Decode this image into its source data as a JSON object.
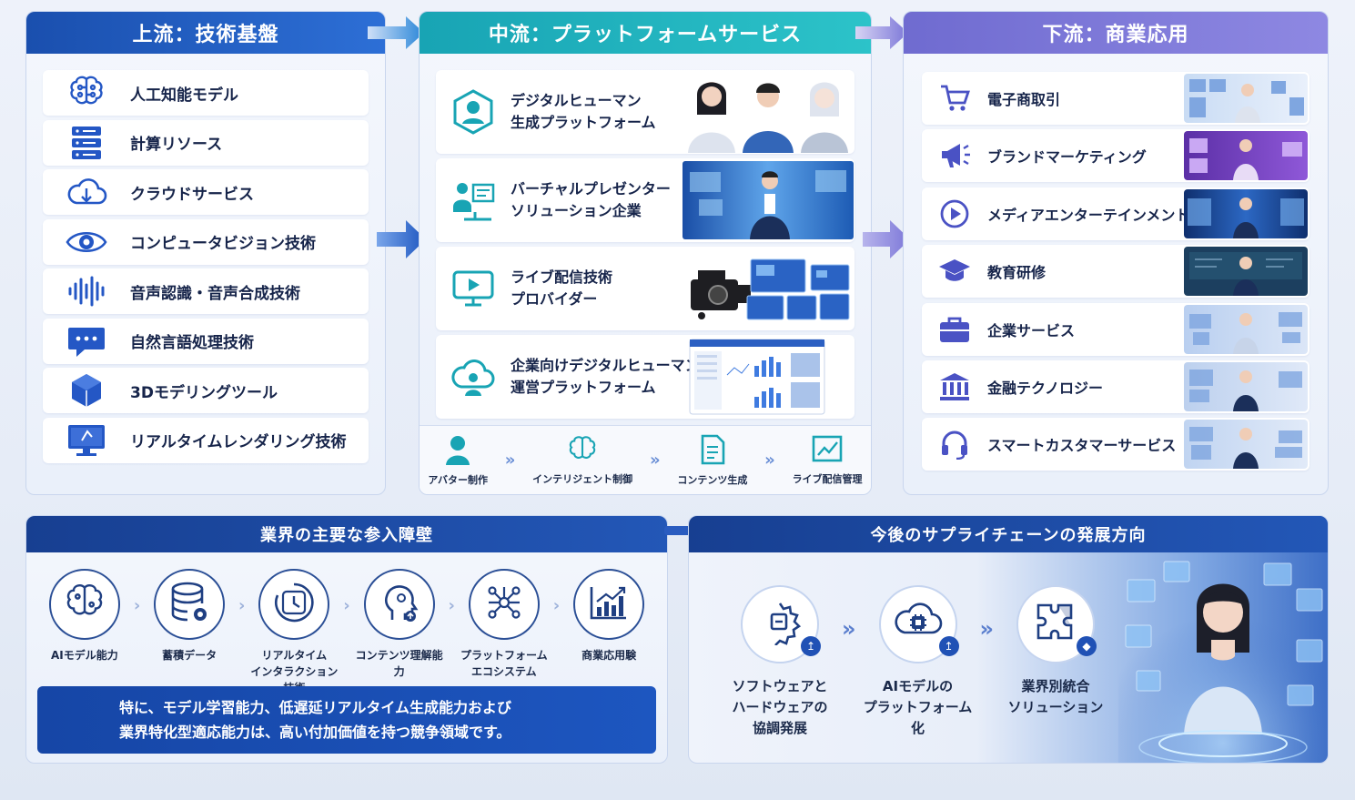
{
  "upstream": {
    "title": "上流：技術基盤",
    "items": [
      {
        "label": "人工知能モデル",
        "icon": "brain-icon"
      },
      {
        "label": "計算リソース",
        "icon": "server-icon"
      },
      {
        "label": "クラウドサービス",
        "icon": "cloud-icon"
      },
      {
        "label": "コンピュータビジョン技術",
        "icon": "eye-icon"
      },
      {
        "label": "音声認識・音声合成技術",
        "icon": "waveform-icon"
      },
      {
        "label": "自然言語処理技術",
        "icon": "chat-icon"
      },
      {
        "label": "3Dモデリングツール",
        "icon": "cube-icon"
      },
      {
        "label": "リアルタイムレンダリング技術",
        "icon": "monitor-icon"
      }
    ]
  },
  "midstream": {
    "title": "中流：プラットフォームサービス",
    "items": [
      {
        "line1": "デジタルヒューマン",
        "line2": "生成プラットフォーム",
        "icon": "avatar-hex-icon"
      },
      {
        "line1": "バーチャルプレゼンター",
        "line2": "ソリューション企業",
        "icon": "presenter-icon"
      },
      {
        "line1": "ライブ配信技術",
        "line2": "プロバイダー",
        "icon": "live-screen-icon"
      },
      {
        "line1": "企業向けデジタルヒューマン",
        "line2": "運営プラットフォーム",
        "icon": "cloud-person-icon"
      }
    ],
    "steps": [
      {
        "label": "アバター制作",
        "icon": "avatar-icon"
      },
      {
        "label": "インテリジェント制御",
        "icon": "brain-icon"
      },
      {
        "label": "コンテンツ生成",
        "icon": "document-icon"
      },
      {
        "label": "ライブ配信管理",
        "icon": "chart-icon"
      }
    ]
  },
  "downstream": {
    "title": "下流：商業応用",
    "items": [
      {
        "label": "電子商取引",
        "icon": "cart-icon"
      },
      {
        "label": "ブランドマーケティング",
        "icon": "megaphone-icon"
      },
      {
        "label": "メディアエンターテインメント",
        "icon": "play-icon"
      },
      {
        "label": "教育研修",
        "icon": "graduation-icon"
      },
      {
        "label": "企業サービス",
        "icon": "briefcase-icon"
      },
      {
        "label": "金融テクノロジー",
        "icon": "bank-icon"
      },
      {
        "label": "スマートカスタマーサービス",
        "icon": "headset-icon"
      }
    ]
  },
  "barriers": {
    "title": "業界の主要な参入障壁",
    "items": [
      {
        "line1": "AIモデル能力",
        "line2": "",
        "icon": "brain-icon"
      },
      {
        "line1": "蓄積データ",
        "line2": "",
        "icon": "database-icon"
      },
      {
        "line1": "リアルタイム",
        "line2": "インタラクション技術",
        "icon": "clock-icon"
      },
      {
        "line1": "コンテンツ理解能力",
        "line2": "",
        "icon": "head-icon"
      },
      {
        "line1": "プラットフォーム",
        "line2": "エコシステム",
        "icon": "network-icon"
      },
      {
        "line1": "商業応用験",
        "line2": "",
        "icon": "growth-chart-icon"
      }
    ],
    "note_line1": "特に、モデル学習能力、低遅延リアルタイム生成能力および",
    "note_line2": "業界特化型適応能力は、高い付加価値を持つ競争領域です。"
  },
  "future": {
    "title": "今後のサプライチェーンの発展方向",
    "items": [
      {
        "line1": "ソフトウェアと",
        "line2": "ハードウェアの",
        "line3": "協調発展",
        "icon": "gear-chip-icon"
      },
      {
        "line1": "AIモデルの",
        "line2": "プラットフォーム化",
        "line3": "",
        "icon": "cloud-chip-icon"
      },
      {
        "line1": "業界別統合",
        "line2": "ソリューション",
        "line3": "",
        "icon": "puzzle-icon"
      }
    ]
  },
  "colors": {
    "blue": "#1a4fae",
    "teal": "#18a4b4",
    "purple": "#6f6bd0",
    "navy": "#173f91",
    "icon_blue": "#2457c5"
  }
}
